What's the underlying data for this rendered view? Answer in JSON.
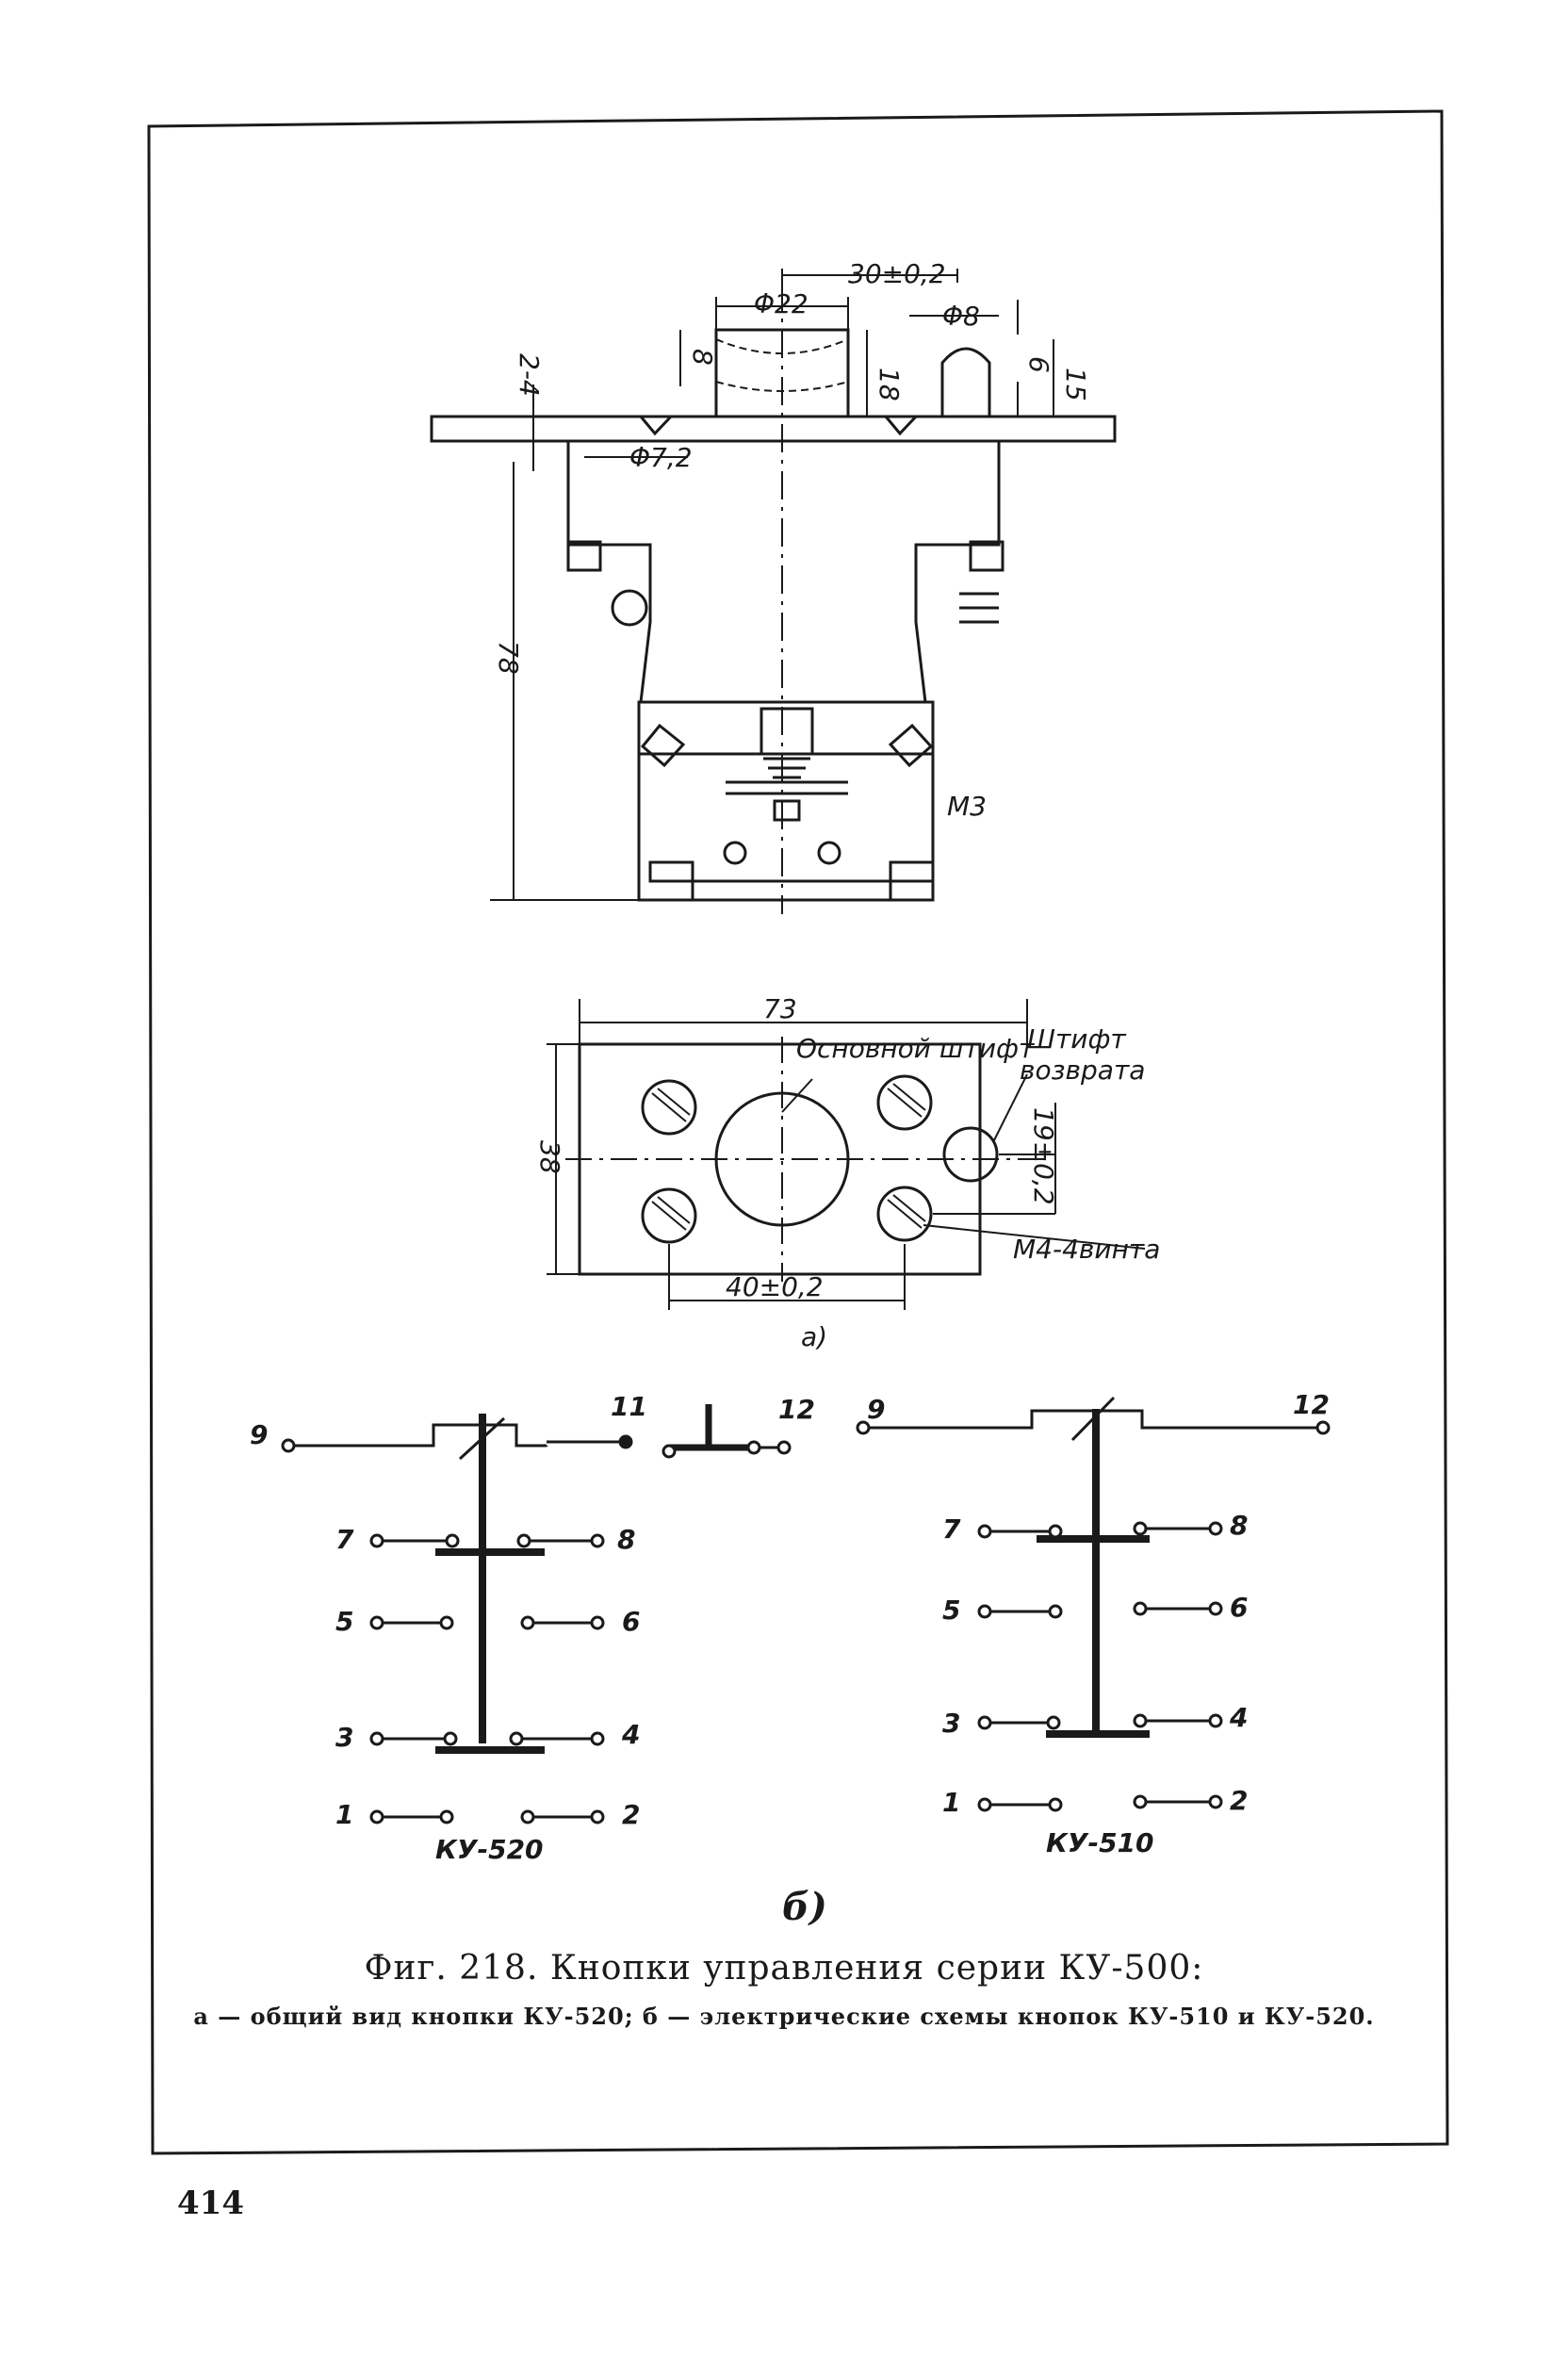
{
  "page_number": "414",
  "figure": {
    "caption": "Фиг. 218. Кнопки управления серии КУ-500:",
    "subcaption": "а — общий вид кнопки КУ-520; б — электрические схемы кнопок КУ-510 и КУ-520.",
    "part_a_label": "а)",
    "part_b_label": "б)"
  },
  "dimensions": {
    "d1": "30±0,2",
    "d2": "Φ22",
    "d3": "Φ8",
    "d4": "8",
    "d5": "18",
    "d6": "6",
    "d7": "15",
    "d8": "2-4",
    "d9": "Φ7,2",
    "d10": "78",
    "d11": "М3",
    "d12": "73",
    "d13": "38",
    "d14": "19±0,2",
    "d15": "40±0,2"
  },
  "annotations": {
    "main_pin": "Основной штифт",
    "return_pin_1": "Штифт",
    "return_pin_2": "возврата",
    "screws": "М4-4винта"
  },
  "schemes": {
    "left": {
      "name": "КУ-520",
      "terminals": {
        "t1": "1",
        "t2": "2",
        "t3": "3",
        "t4": "4",
        "t5": "5",
        "t6": "6",
        "t7": "7",
        "t8": "8",
        "t9": "9",
        "t11": "11",
        "t12": "12"
      }
    },
    "right": {
      "name": "КУ-510",
      "terminals": {
        "t1": "1",
        "t2": "2",
        "t3": "3",
        "t4": "4",
        "t5": "5",
        "t6": "6",
        "t7": "7",
        "t8": "8",
        "t9": "9",
        "t12": "12"
      }
    }
  }
}
